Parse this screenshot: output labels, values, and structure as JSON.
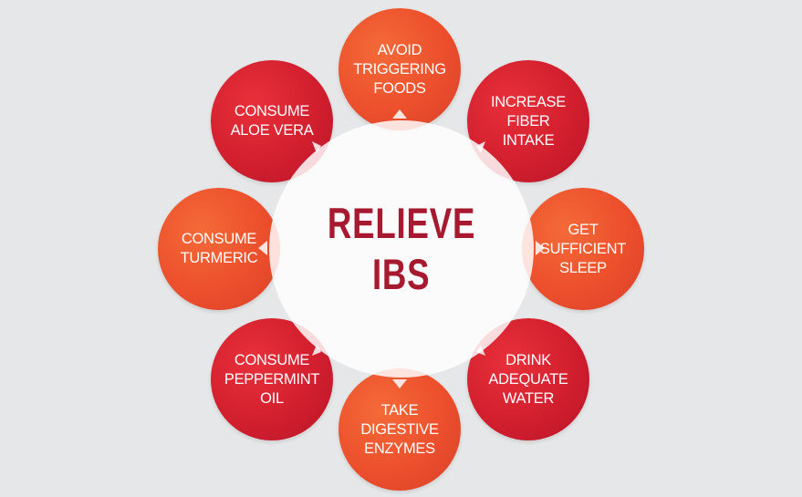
{
  "center": {
    "line1": "RELIEVE",
    "line2": "IBS"
  },
  "items": [
    {
      "id": "avoid-triggering-foods",
      "label": "AVOID\nTRIGGERING\nFOODS",
      "color": "#ec4f2c"
    },
    {
      "id": "increase-fiber-intake",
      "label": "INCREASE\nFIBER\nINTAKE",
      "color": "#d21f2e"
    },
    {
      "id": "get-sufficient-sleep",
      "label": "GET\nSUFFICIENT\nSLEEP",
      "color": "#ec4f2c"
    },
    {
      "id": "drink-adequate-water",
      "label": "DRINK\nADEQUATE\nWATER",
      "color": "#d21f2e"
    },
    {
      "id": "take-digestive-enzymes",
      "label": "TAKE DIGESTIVE\nENZYMES",
      "color": "#ec4f2c"
    },
    {
      "id": "consume-peppermint-oil",
      "label": "CONSUME\nPEPPERMINT\nOIL",
      "color": "#d21f2e"
    },
    {
      "id": "consume-turmeric",
      "label": "CONSUME\nTURMERIC",
      "color": "#ec4f2c"
    },
    {
      "id": "consume-aloe-vera",
      "label": "CONSUME\nALOE VERA",
      "color": "#d21f2e"
    }
  ]
}
